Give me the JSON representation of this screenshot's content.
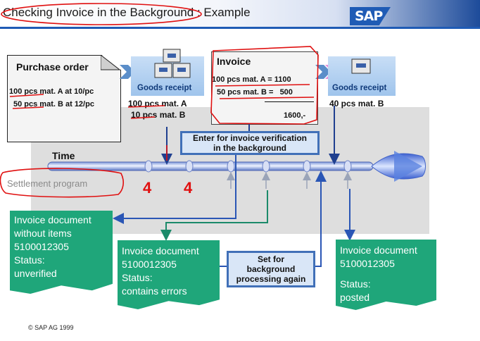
{
  "header": {
    "title": "Checking Invoice in the Background : Example",
    "logo_text": "SAP"
  },
  "purchase_order": {
    "title": "Purchase order",
    "lines": [
      "100 pcs mat. A at 10/pc",
      "50 pcs mat. B at 12/pc"
    ]
  },
  "goods_receipt_1": {
    "label": "Goods receipt",
    "lines": [
      "100 pcs mat. A",
      "10 pcs mat. B"
    ]
  },
  "invoice": {
    "title": "Invoice",
    "lines": [
      "100 pcs mat. A = 1100",
      "50 pcs mat. B =   500"
    ],
    "total": "1600,-"
  },
  "goods_receipt_2": {
    "label": "Goods receipt",
    "lines": [
      "40 pcs mat. B"
    ]
  },
  "enter_box": {
    "line1": "Enter for invoice verification",
    "line2": "in the background"
  },
  "timeline": {
    "time_label": "Time",
    "settlement_label": "Settlement program"
  },
  "doc_1": {
    "lines": [
      "Invoice document",
      "without items",
      "5100012305",
      "Status:",
      "unverified"
    ]
  },
  "doc_2": {
    "lines": [
      "Invoice document",
      "5100012305",
      "Status:",
      "contains errors"
    ]
  },
  "set_box": {
    "lines": [
      "Set for",
      "background",
      "processing again"
    ]
  },
  "doc_3": {
    "lines": [
      "Invoice document",
      "5100012305",
      "Status:",
      "posted"
    ]
  },
  "annotations": {
    "mark_1": "4",
    "mark_2": "4"
  },
  "footer": {
    "copyright": "© SAP AG 1999"
  },
  "colors": {
    "accent_blue": "#1f4fa0",
    "doc_green": "#1fa67a",
    "panel_gray": "#dedede",
    "marker_red": "#e01010"
  }
}
